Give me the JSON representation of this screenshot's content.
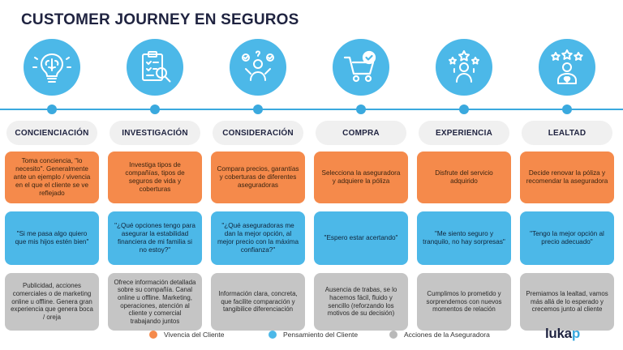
{
  "title": "CUSTOMER JOURNEY EN SEGUROS",
  "columns": [
    {
      "icon": "brain-lightbulb-icon",
      "stage": "CONCIENCIACIÓN",
      "vivencia": "Toma conciencia, \"lo necesito\". Generalmente ante un ejemplo / vivencia en el que el cliente se ve reflejado",
      "pensamiento": "\"Si me pasa algo quiero que mis hijos estén bien\"",
      "acciones": "Publicidad, acciones comerciales o de marketing online u offline. Genera gran experiencia que genera boca / oreja"
    },
    {
      "icon": "clipboard-search-icon",
      "stage": "INVESTIGACIÓN",
      "vivencia": "Investiga tipos de compañías, tipos de seguros de vida y coberturas",
      "pensamiento": "\"¿Qué opciones tengo para asegurar la estabilidad financiera de mi familia si no estoy?\"",
      "acciones": "Ofrece información detallada sobre su compañía. Canal online u offline. Marketing, operaciones, atención al cliente y comercial trabajando juntos"
    },
    {
      "icon": "thinking-person-icon",
      "stage": "CONSIDERACIÓN",
      "vivencia": "Compara precios, garantías y coberturas de diferentes aseguradoras",
      "pensamiento": "\"¿Qué aseguradoras me dan la mejor opción, al mejor precio con la máxima confianza?\"",
      "acciones": "Información clara, concreta, que facilite comparación y tangibilice diferenciación"
    },
    {
      "icon": "shopping-cart-check-icon",
      "stage": "COMPRA",
      "vivencia": "Selecciona la aseguradora y adquiere la póliza",
      "pensamiento": "\"Espero estar acertando\"",
      "acciones": "Ausencia de trabas, se lo hacemos fácil, fluido y sencillo (reforzando los motivos de su decisión)"
    },
    {
      "icon": "person-stars-icon",
      "stage": "EXPERIENCIA",
      "vivencia": "Disfrute del servicio adquirido",
      "pensamiento": "\"Me siento seguro y tranquilo, no hay sorpresas\"",
      "acciones": "Cumplimos lo prometido y sorprendemos con nuevos momentos de relación"
    },
    {
      "icon": "rating-stars-heart-icon",
      "stage": "LEALTAD",
      "vivencia": "Decide renovar la póliza y recomendar la aseguradora",
      "pensamiento": "\"Tengo la mejor opción al precio adecuado\"",
      "acciones": "Premiamos la lealtad, vamos más allá de lo esperado y crecemos junto al cliente"
    }
  ],
  "legend": [
    {
      "label": "Vivencia del Cliente",
      "color": "#f58a4b"
    },
    {
      "label": "Pensamiento del Cliente",
      "color": "#4cb8e8"
    },
    {
      "label": "Acciones de la Aseguradora",
      "color": "#b9b9b9"
    }
  ],
  "logo": {
    "main": "luka",
    "accent": "p"
  }
}
